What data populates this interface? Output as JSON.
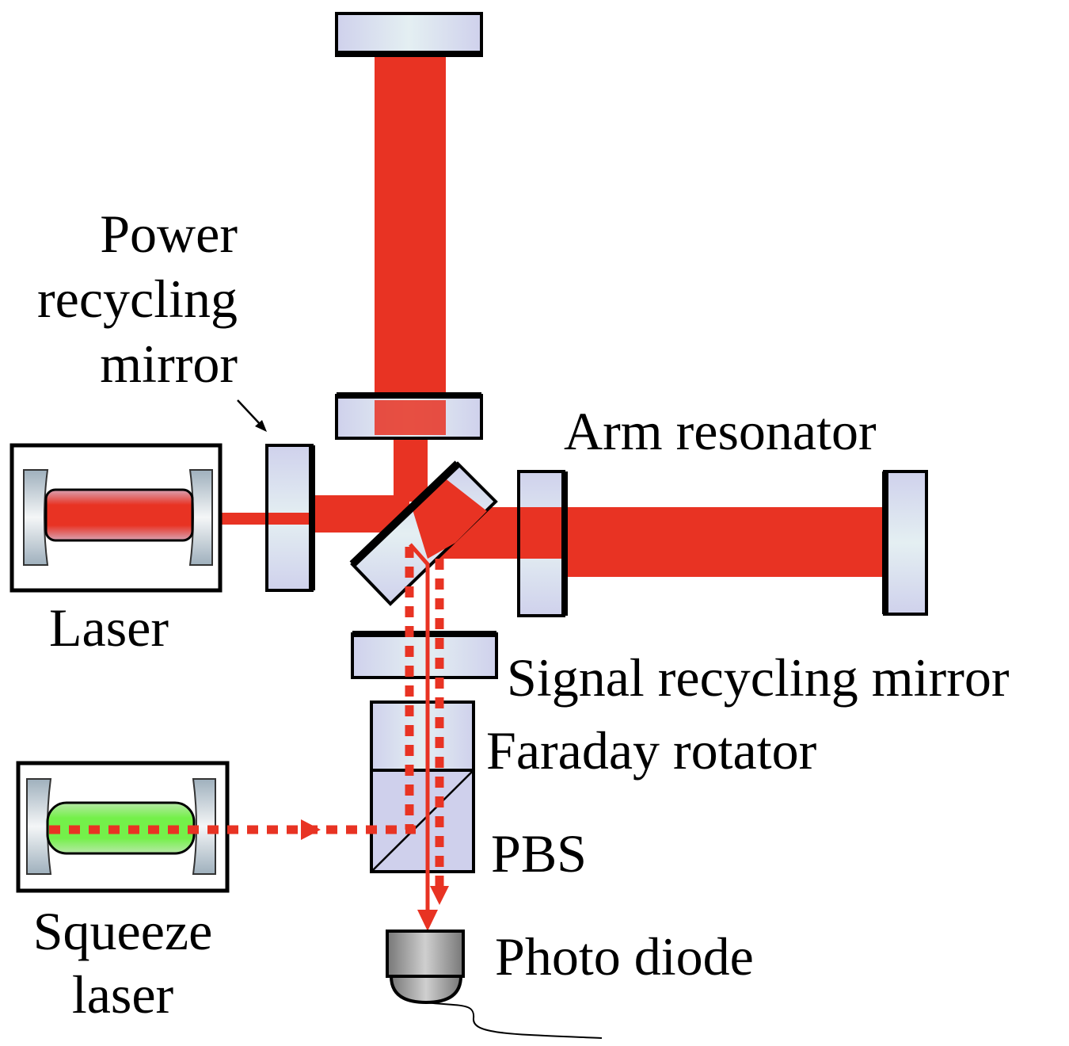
{
  "labels": {
    "power_recycling_mirror": [
      "Power",
      "recycling",
      "mirror"
    ],
    "arm_resonator": "Arm resonator",
    "laser": "Laser",
    "signal_recycling_mirror": "Signal recycling mirror",
    "faraday_rotator": "Faraday rotator",
    "pbs": "PBS",
    "squeeze_laser": [
      "Squeeze",
      "laser"
    ],
    "photo_diode": "Photo diode"
  },
  "colors": {
    "beam": "#e83323",
    "optic": "#d2d6ee",
    "squeeze_gain": "#74f04a",
    "laser_gain": "#e83323"
  }
}
